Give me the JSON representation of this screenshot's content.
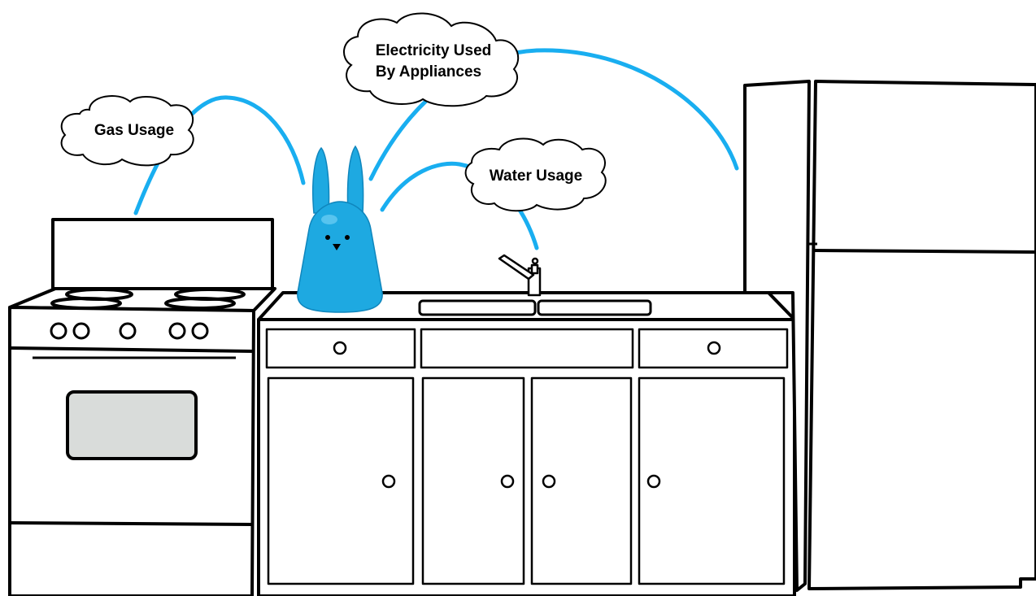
{
  "labels": {
    "gas": "Gas Usage",
    "electricity_line1": "Electricity Used",
    "electricity_line2": "By Appliances",
    "water": "Water Usage"
  },
  "colors": {
    "arc": "#19aef0",
    "rabbit": "#1ea9e1",
    "rabbit_dark": "#0f86bd",
    "oven_window": "#d9dcda",
    "line": "#000000",
    "background": "#ffffff"
  }
}
